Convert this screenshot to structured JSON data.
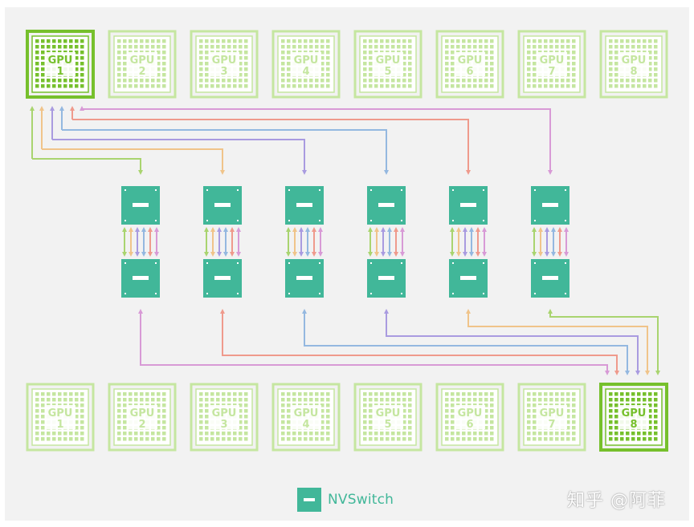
{
  "diagram": {
    "top_gpus": [
      {
        "label": "GPU",
        "num": "1",
        "highlighted": true
      },
      {
        "label": "GPU",
        "num": "2",
        "highlighted": false
      },
      {
        "label": "GPU",
        "num": "3",
        "highlighted": false
      },
      {
        "label": "GPU",
        "num": "4",
        "highlighted": false
      },
      {
        "label": "GPU",
        "num": "5",
        "highlighted": false
      },
      {
        "label": "GPU",
        "num": "6",
        "highlighted": false
      },
      {
        "label": "GPU",
        "num": "7",
        "highlighted": false
      },
      {
        "label": "GPU",
        "num": "8",
        "highlighted": false
      }
    ],
    "bottom_gpus": [
      {
        "label": "GPU",
        "num": "1",
        "highlighted": false
      },
      {
        "label": "GPU",
        "num": "2",
        "highlighted": false
      },
      {
        "label": "GPU",
        "num": "3",
        "highlighted": false
      },
      {
        "label": "GPU",
        "num": "4",
        "highlighted": false
      },
      {
        "label": "GPU",
        "num": "5",
        "highlighted": false
      },
      {
        "label": "GPU",
        "num": "6",
        "highlighted": false
      },
      {
        "label": "GPU",
        "num": "7",
        "highlighted": false
      },
      {
        "label": "GPU",
        "num": "8",
        "highlighted": true
      }
    ],
    "nvswitch_columns": 6,
    "link_colors": [
      "#a9d46f",
      "#f0c48a",
      "#a99be0",
      "#94b8e0",
      "#ef9a8c",
      "#d89ad6"
    ],
    "colors": {
      "gpu_dim": "#c5e6a0",
      "gpu_highlight": "#76c02c",
      "nvswitch": "#41b799",
      "background": "#f2f2f2"
    }
  },
  "legend": {
    "icon": "nvswitch-icon",
    "label": "NVSwitch"
  },
  "watermark": "知乎 @阿菲"
}
